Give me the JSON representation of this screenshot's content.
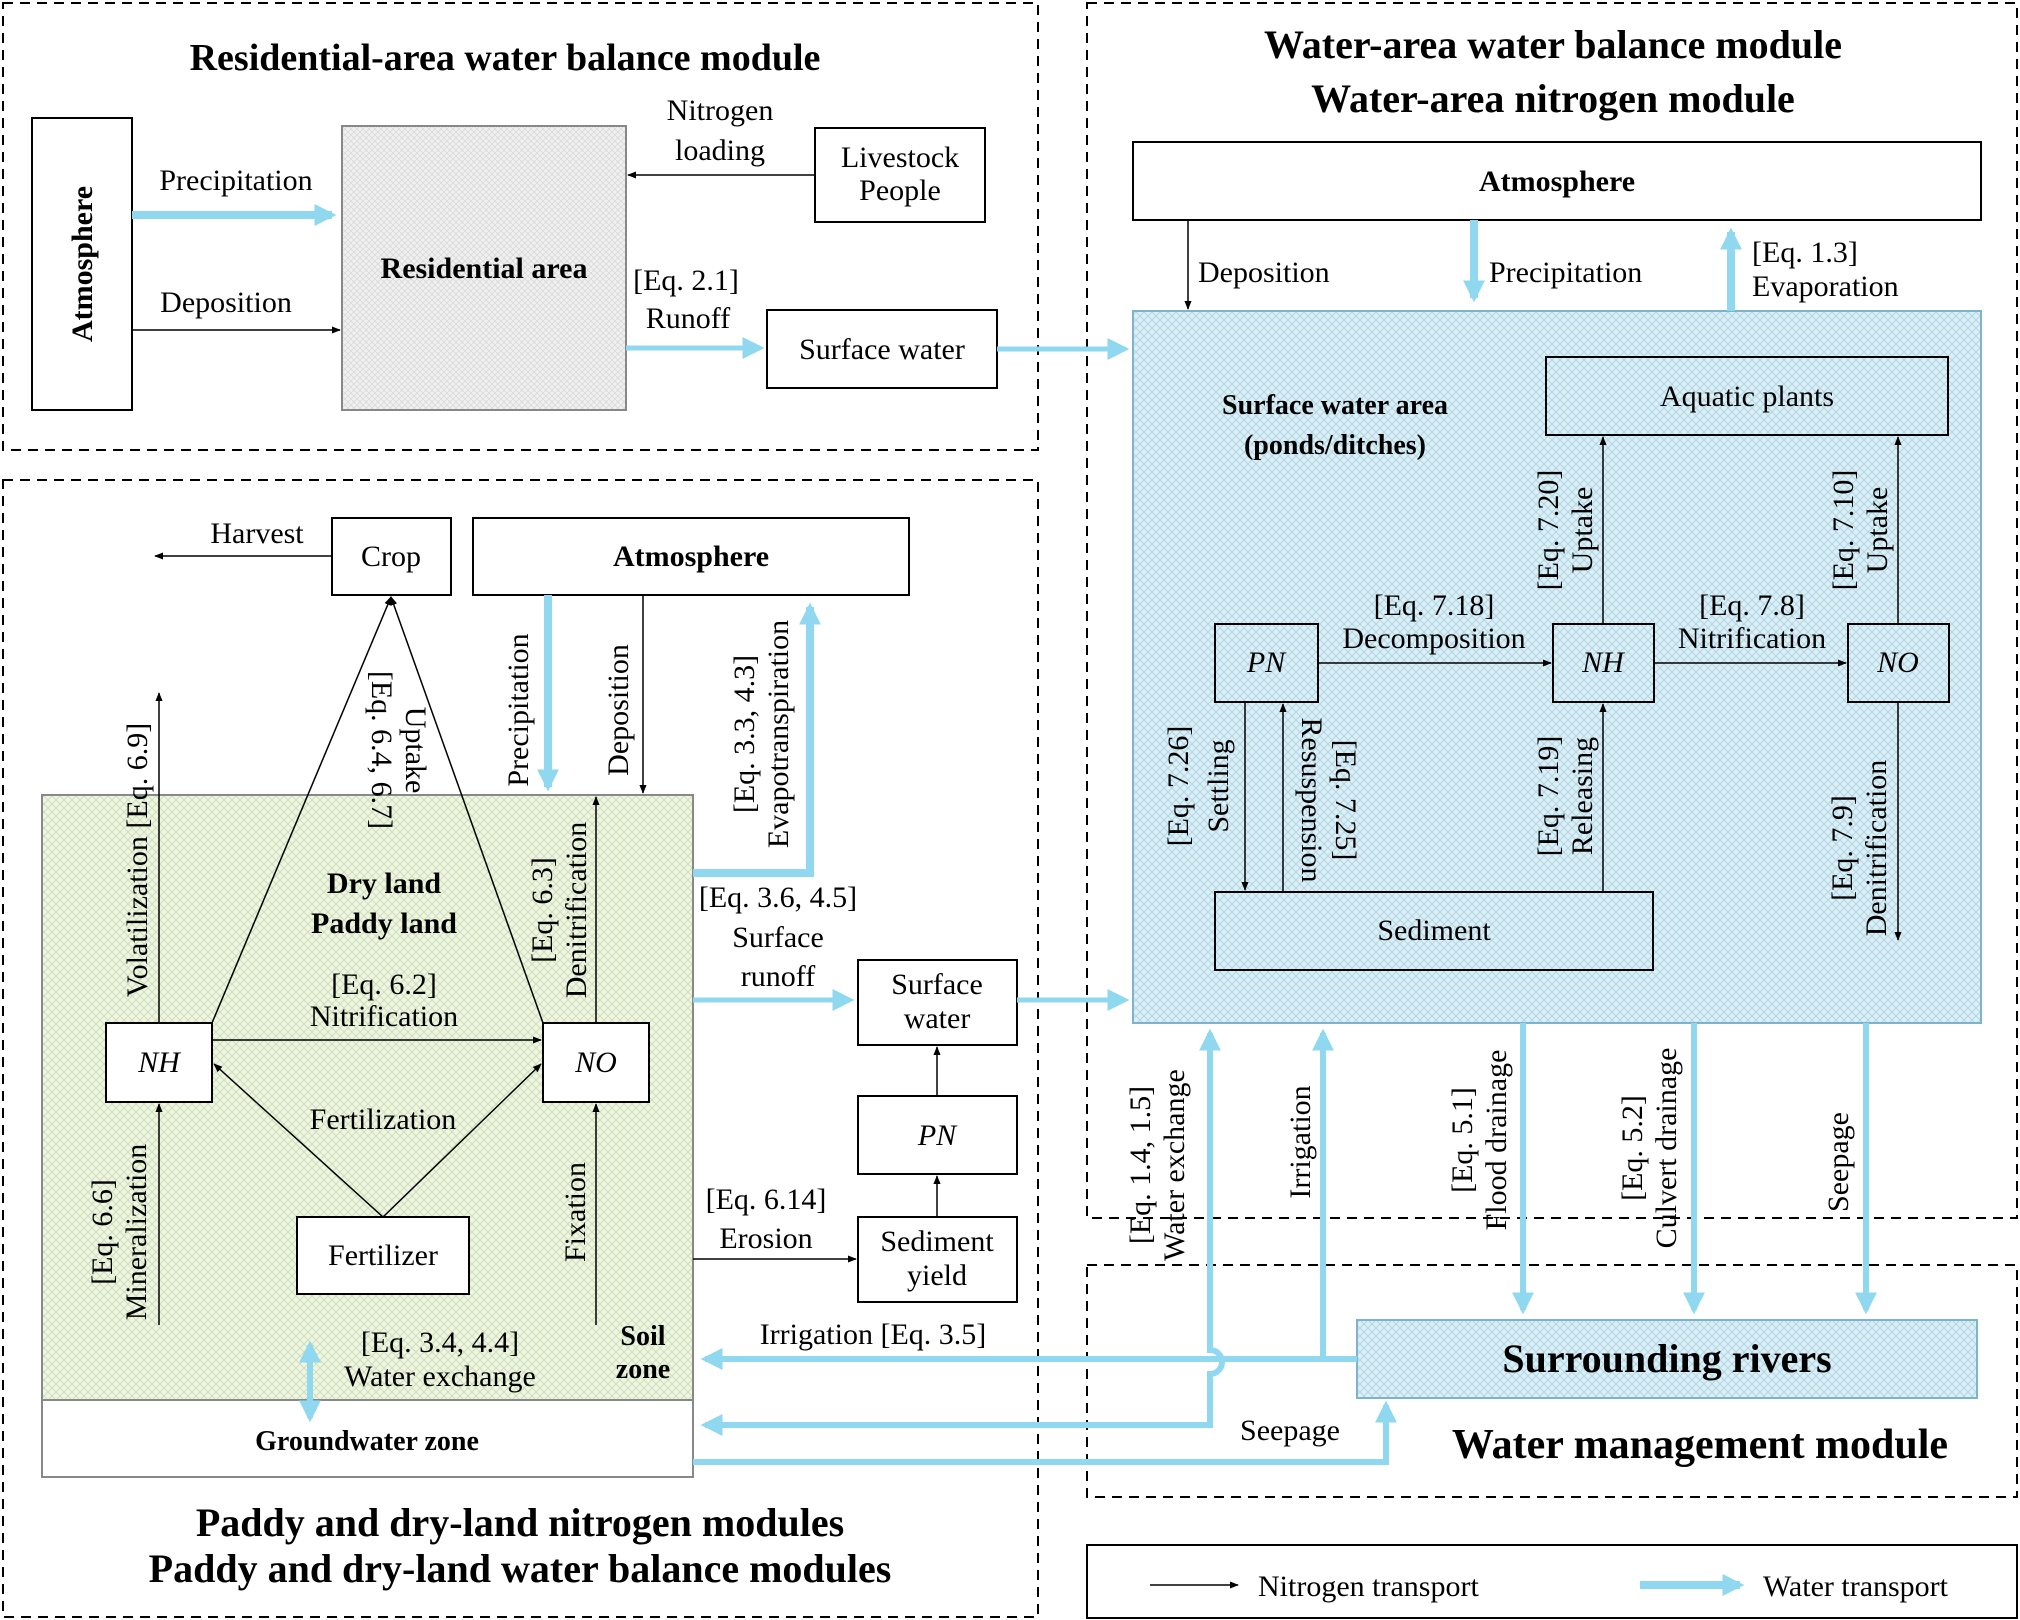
{
  "residential": {
    "title": "Residential-area water balance module",
    "atmosphere": "Atmosphere",
    "precipitation": "Precipitation",
    "deposition": "Deposition",
    "area": "Residential area",
    "nitrogen_line1": "Nitrogen",
    "nitrogen_line2": "loading",
    "livestock": "Livestock",
    "people": "People",
    "eq_runoff": "[Eq. 2.1]",
    "runoff": "Runoff",
    "surface_water": "Surface water"
  },
  "water_area": {
    "title_line1": "Water-area water balance module",
    "title_line2": "Water-area nitrogen module",
    "atmosphere": "Atmosphere",
    "deposition": "Deposition",
    "precipitation": "Precipitation",
    "eq_evap": "[Eq. 1.3]",
    "evaporation": "Evaporation",
    "surface_area_line1": "Surface water area",
    "surface_area_line2": "(ponds/ditches)",
    "aquatic_plants": "Aquatic plants",
    "pn": "PN",
    "nh": "NH",
    "no": "NO",
    "eq_decomp": "[Eq. 7.18]",
    "decomposition": "Decomposition",
    "eq_nitrif": "[Eq. 7.8]",
    "nitrification": "Nitrification",
    "eq_uptake_nh": "[Eq. 7.20]",
    "uptake_nh": "Uptake",
    "eq_uptake_no": "[Eq. 7.10]",
    "uptake_no": "Uptake",
    "eq_settling": "[Eq. 7.26]",
    "settling": "Settling",
    "resuspension": "Resuspension",
    "eq_resusp": "[Eq. 7.25]",
    "eq_releasing": "[Eq. 7.19]",
    "releasing": "Releasing",
    "eq_denitrif": "[Eq. 7.9]",
    "denitrification": "Denitrification",
    "sediment": "Sediment"
  },
  "land": {
    "title_line1": "Paddy and dry-land nitrogen modules",
    "title_line2": "Paddy and dry-land water balance modules",
    "harvest": "Harvest",
    "crop": "Crop",
    "atmosphere": "Atmosphere",
    "precipitation": "Precipitation",
    "deposition": "Deposition",
    "eq_evapotrans": "[Eq. 3.3, 4.3]",
    "evapotranspiration": "Evapotranspiration",
    "eq_volat": "Volatilization [Eq. 6.9]",
    "eq_uptake": "[Eq. 6.4, 6.7]",
    "uptake": "Uptake",
    "eq_denitrif": "[Eq. 6.3]",
    "denitrification": "Denitrification",
    "dry_land": "Dry land",
    "paddy_land": "Paddy land",
    "eq_nitrif": "[Eq. 6.2]",
    "nitrification": "Nitrification",
    "nh": "NH",
    "no": "NO",
    "fertilization": "Fertilization",
    "fertilizer": "Fertilizer",
    "eq_mineral": "[Eq. 6.6]",
    "mineralization": "Mineralization",
    "fixation": "Fixation",
    "eq_surface_runoff": "[Eq. 3.6, 4.5]",
    "surface": "Surface",
    "runoff": "runoff",
    "surface_water_line1": "Surface",
    "surface_water_line2": "water",
    "pn": "PN",
    "eq_erosion": "[Eq. 6.14]",
    "erosion": "Erosion",
    "sediment_yield_line1": "Sediment",
    "sediment_yield_line2": "yield",
    "eq_water_exchange": "[Eq. 3.4, 4.4]",
    "water_exchange": "Water exchange",
    "soil": "Soil",
    "zone": "zone",
    "groundwater_zone": "Groundwater zone",
    "irrigation": "Irrigation [Eq. 3.5]"
  },
  "management": {
    "title": "Water management module",
    "surrounding_rivers": "Surrounding rivers",
    "eq_water_exchange": "[Eq. 1.4, 1.5]",
    "water_exchange": "Water exchange",
    "irrigation": "Irrigation",
    "eq_flood": "[Eq. 5.1]",
    "flood_drainage": "Flood drainage",
    "eq_culvert": "[Eq. 5.2]",
    "culvert_drainage": "Culvert drainage",
    "seepage_v": "Seepage",
    "seepage_h": "Seepage"
  },
  "legend": {
    "nitrogen_transport": "Nitrogen transport",
    "water_transport": "Water transport"
  },
  "colors": {
    "water": "#8fd8f0",
    "surface_area_fill": "#dceef6",
    "rivers_fill": "#dceef6",
    "land_fill": "#eaf3df",
    "residential_fill": "#ececec"
  }
}
